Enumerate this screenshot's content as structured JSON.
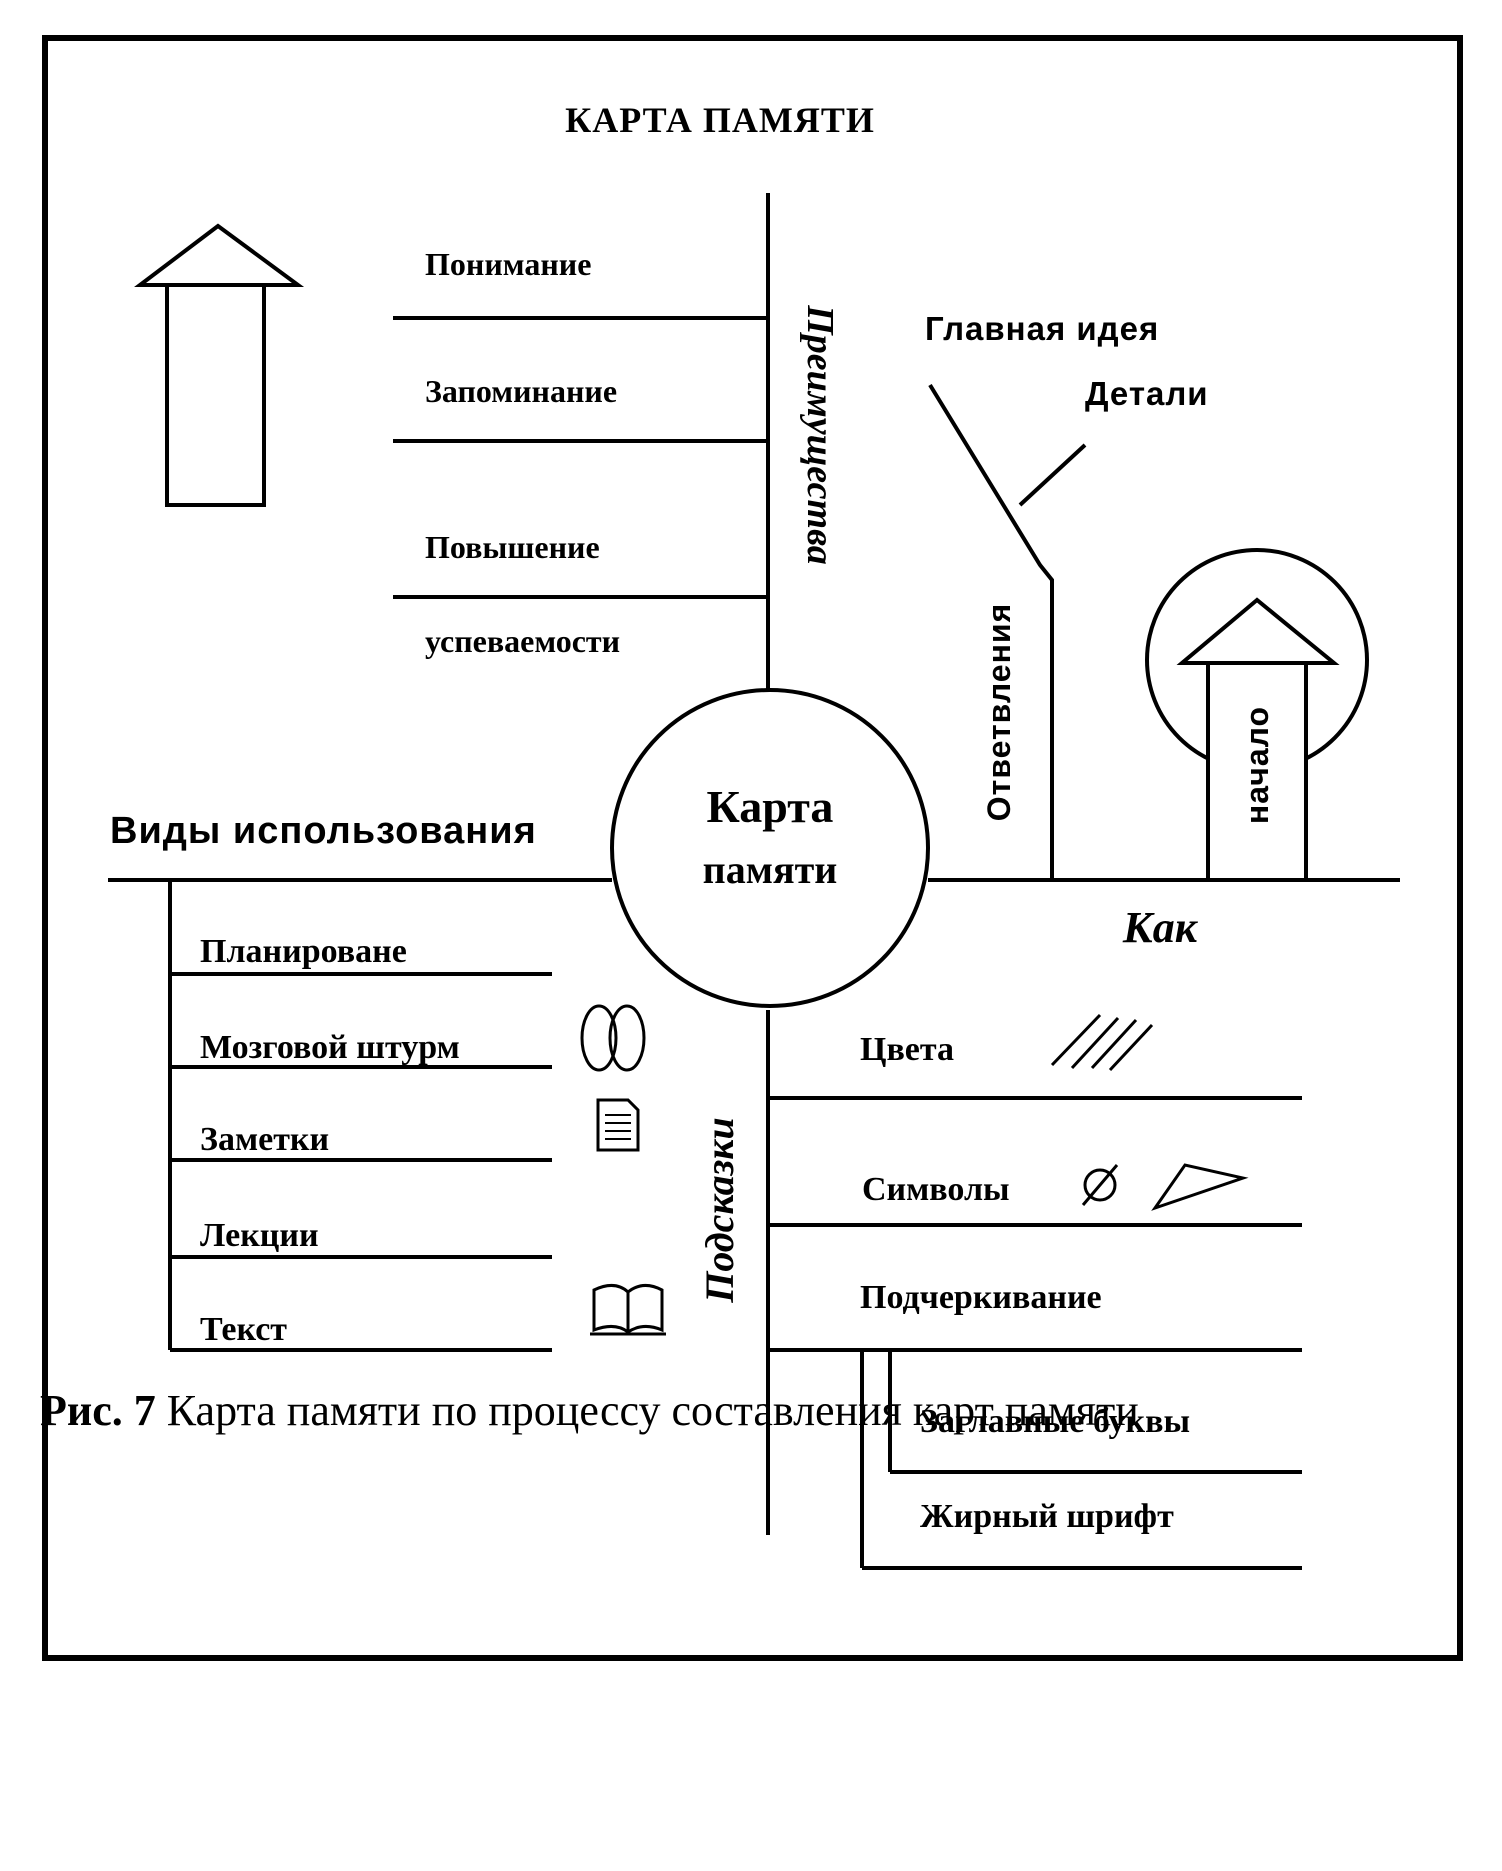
{
  "title": "КАРТА ПАМЯТИ",
  "center": {
    "line1": "Карта",
    "line2": "памяти"
  },
  "branches": {
    "advantages": {
      "label": "Преимущества",
      "items": [
        "Понимание",
        "Запоминание",
        "Повышение",
        "успеваемости"
      ]
    },
    "uses": {
      "label": "Виды использования",
      "items": [
        "Планироване",
        "Мозговой штурм",
        "Заметки",
        "Лекции",
        "Текст"
      ]
    },
    "how": {
      "label": "Как",
      "main_idea": "Главная идея",
      "details": "Детали",
      "branches": "Ответвления",
      "start": "начало"
    },
    "hints": {
      "label": "Подсказки",
      "items": [
        "Цвета",
        "Символы",
        "Подчеркивание",
        "Заглавные буквы",
        "Жирный шрифт"
      ]
    }
  },
  "icons": [
    "up-arrow-icon",
    "brain-icon",
    "document-icon",
    "open-book-icon",
    "color-strokes-icon",
    "empty-set-icon",
    "triangle-icon"
  ],
  "caption": {
    "number": "Рис. 7",
    "text": " Карта памяти по процессу составления карт памяти"
  }
}
